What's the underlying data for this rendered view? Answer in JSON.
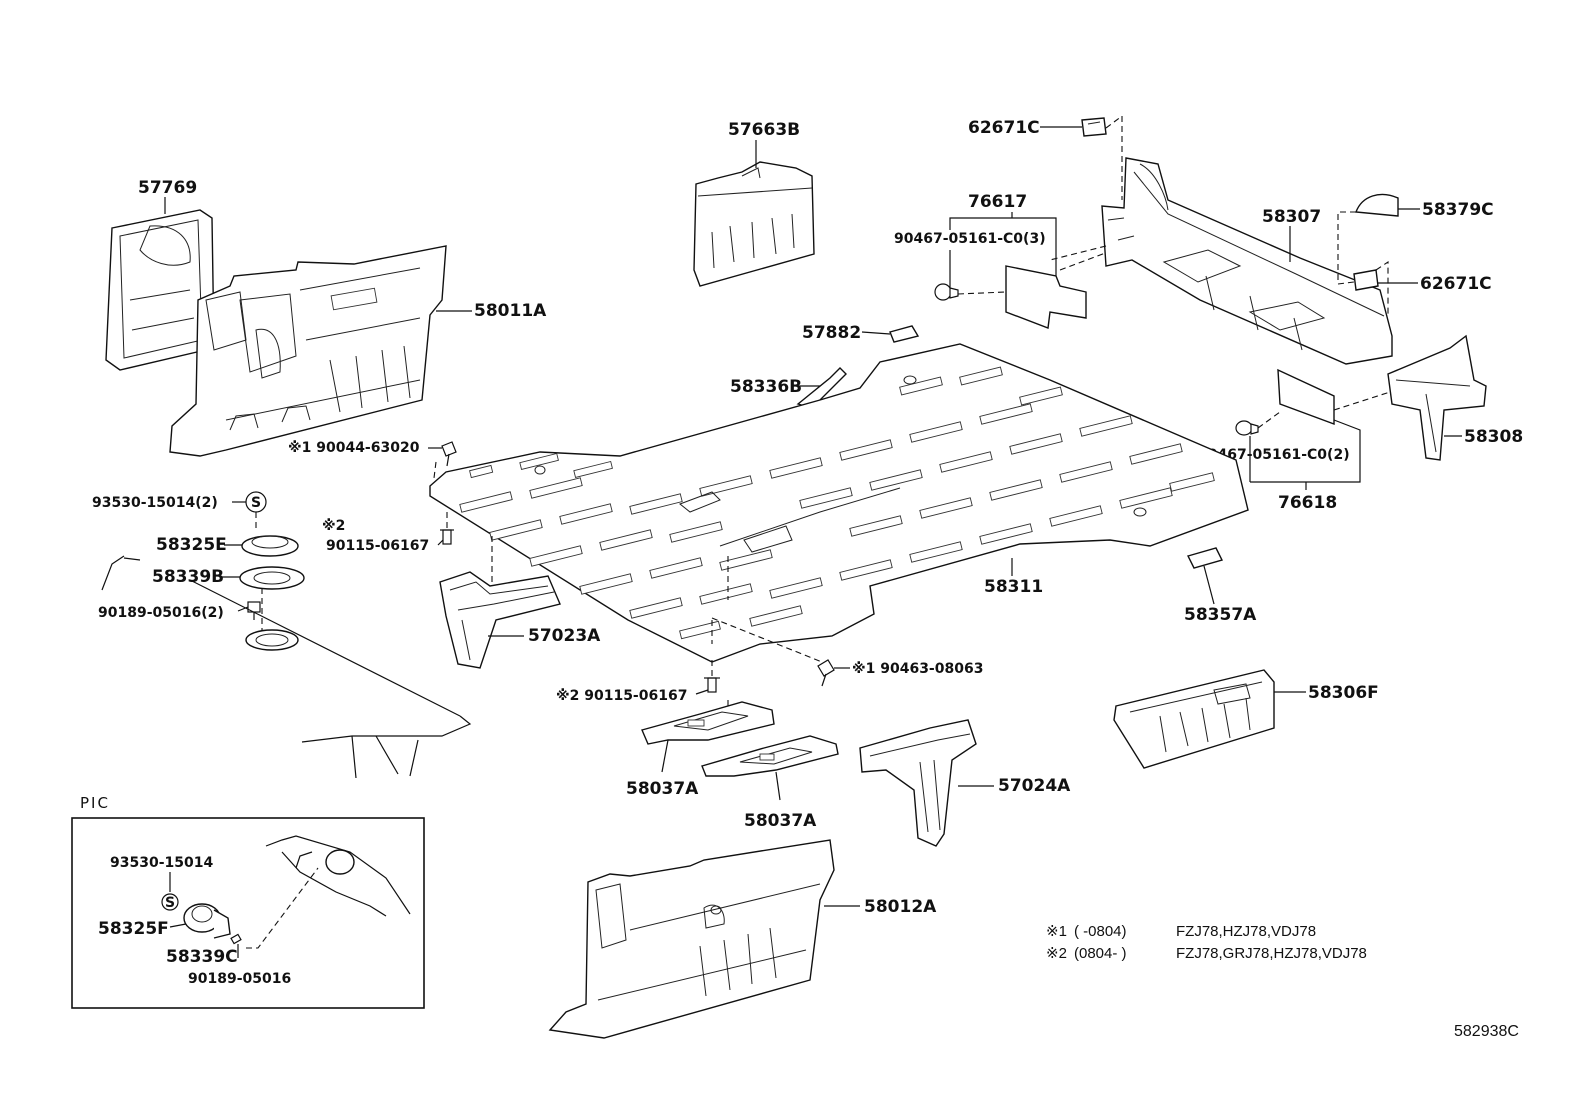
{
  "labels": {
    "p57769": "57769",
    "p58011A": "58011A",
    "p57663B": "57663B",
    "p62671C_top": "62671C",
    "p76617": "76617",
    "p90467_3": "90467-05161-C0(3)",
    "p58307": "58307",
    "p58379C": "58379C",
    "p62671C_right": "62671C",
    "p57882": "57882",
    "p58336B": "58336B",
    "p90044": "※1 90044-63020",
    "p58308": "58308",
    "p90467_2": "90467-05161-C0(2)",
    "p76618": "76618",
    "p93530_2": "93530-15014(2)",
    "p58325E": "58325E",
    "p58339B": "58339B",
    "p90189_2": "90189-05016(2)",
    "p90115_a_mark": "※2",
    "p90115_a": "90115-06167",
    "p57023A": "57023A",
    "p58311": "58311",
    "p58357A": "58357A",
    "p90463": "※1 90463-08063",
    "p90115_b": "※2 90115-06167",
    "p58306F": "58306F",
    "p58037A_1": "58037A",
    "p58037A_2": "58037A",
    "p57024A": "57024A",
    "p58012A": "58012A"
  },
  "pic_box": {
    "title": "PIC",
    "p93530": "93530-15014",
    "p58325F": "58325F",
    "p58339C": "58339C",
    "p90189": "90189-05016",
    "s_symbol": "S"
  },
  "s_symbol": "S",
  "notes": [
    {
      "mark": "※1",
      "range": "(        -0804)",
      "models": "FZJ78,HZJ78,VDJ78"
    },
    {
      "mark": "※2",
      "range": "(0804-        )",
      "models": "FZJ78,GRJ78,HZJ78,VDJ78"
    }
  ],
  "diagram_code": "582938C"
}
